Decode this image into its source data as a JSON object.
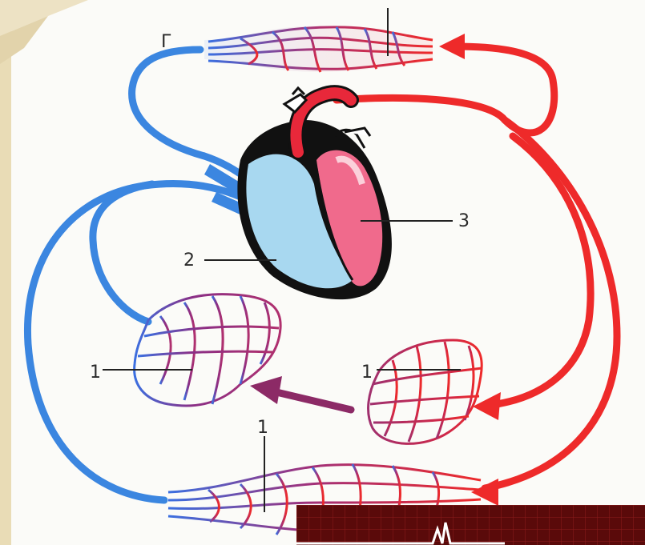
{
  "labels": {
    "top": "Г",
    "heart_left": "2",
    "heart_right": "3",
    "capillary_left": "1",
    "capillary_right": "1",
    "capillary_bottom": "1"
  },
  "colors": {
    "venous": "#3b86e0",
    "arterial": "#ee2a2a",
    "capillary_mix": "#b0306e",
    "heart_right_chamber": "#a8d8f0",
    "heart_left_chamber": "#f06a8c",
    "monitor_background": "#5a0a0a",
    "monitor_grid": "#9a2020"
  },
  "icons": {
    "flow_arrows": "arrow-head-icon",
    "monitor_trace": "ecg-waveform-icon"
  }
}
